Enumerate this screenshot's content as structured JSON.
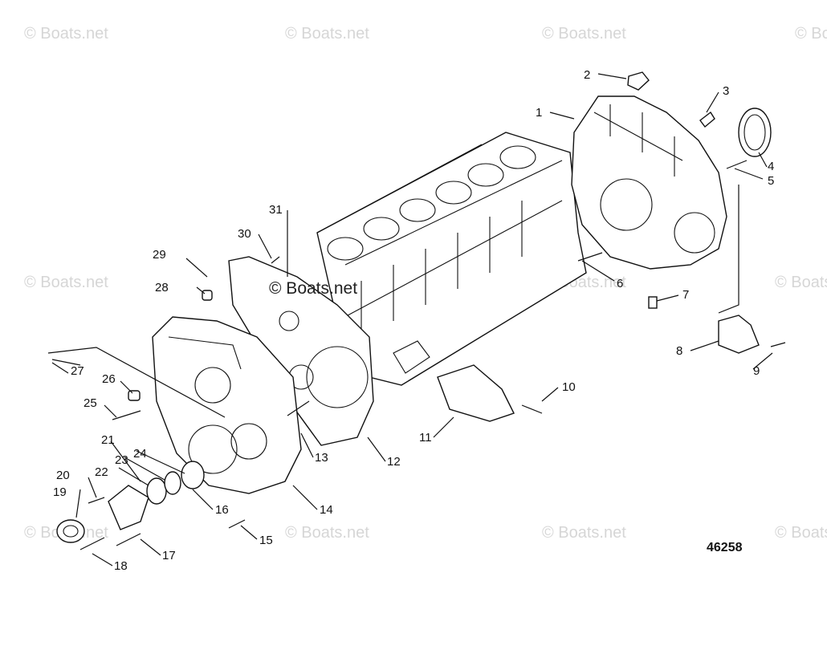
{
  "watermark": "© Boats.net",
  "figure_number": "46258",
  "callouts": [
    "1",
    "2",
    "3",
    "4",
    "5",
    "6",
    "7",
    "8",
    "9",
    "10",
    "11",
    "12",
    "13",
    "14",
    "15",
    "16",
    "17",
    "18",
    "19",
    "20",
    "21",
    "22",
    "23",
    "24",
    "25",
    "26",
    "27",
    "28",
    "29",
    "30",
    "31"
  ]
}
